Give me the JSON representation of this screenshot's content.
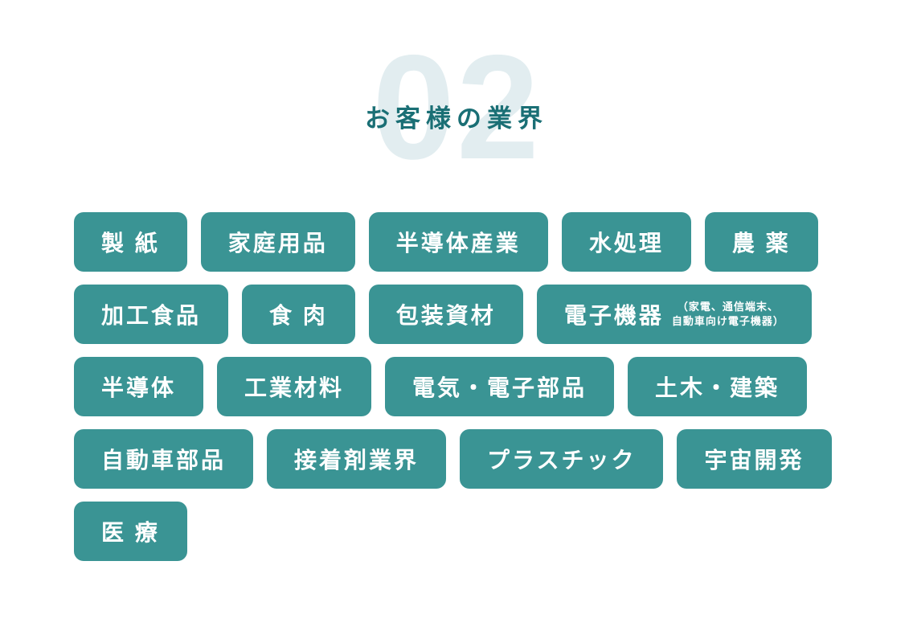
{
  "header": {
    "watermark": "02",
    "title": "お客様の業界"
  },
  "colors": {
    "badge_bg": "#3a9494",
    "badge_text": "#ffffff",
    "title_text": "#1a6f75",
    "watermark_text": "#e2edf0",
    "page_bg": "#ffffff"
  },
  "rows": [
    {
      "badges": [
        {
          "label": "製 紙"
        },
        {
          "label": "家庭用品"
        },
        {
          "label": "半導体産業"
        },
        {
          "label": "水処理"
        },
        {
          "label": "農 薬"
        }
      ]
    },
    {
      "badges": [
        {
          "label": "加工食品"
        },
        {
          "label": "食 肉"
        },
        {
          "label": "包装資材"
        },
        {
          "label": "電子機器",
          "sub_line1": "（家電、通信端末、",
          "sub_line2": "自動車向け電子機器）"
        }
      ]
    },
    {
      "badges": [
        {
          "label": "半導体"
        },
        {
          "label": "工業材料"
        },
        {
          "label": "電気・電子部品"
        },
        {
          "label": "土木・建築"
        }
      ]
    },
    {
      "badges": [
        {
          "label": "自動車部品"
        },
        {
          "label": "接着剤業界"
        },
        {
          "label": "プラスチック"
        },
        {
          "label": "宇宙開発"
        }
      ]
    },
    {
      "badges": [
        {
          "label": "医 療"
        }
      ]
    }
  ]
}
